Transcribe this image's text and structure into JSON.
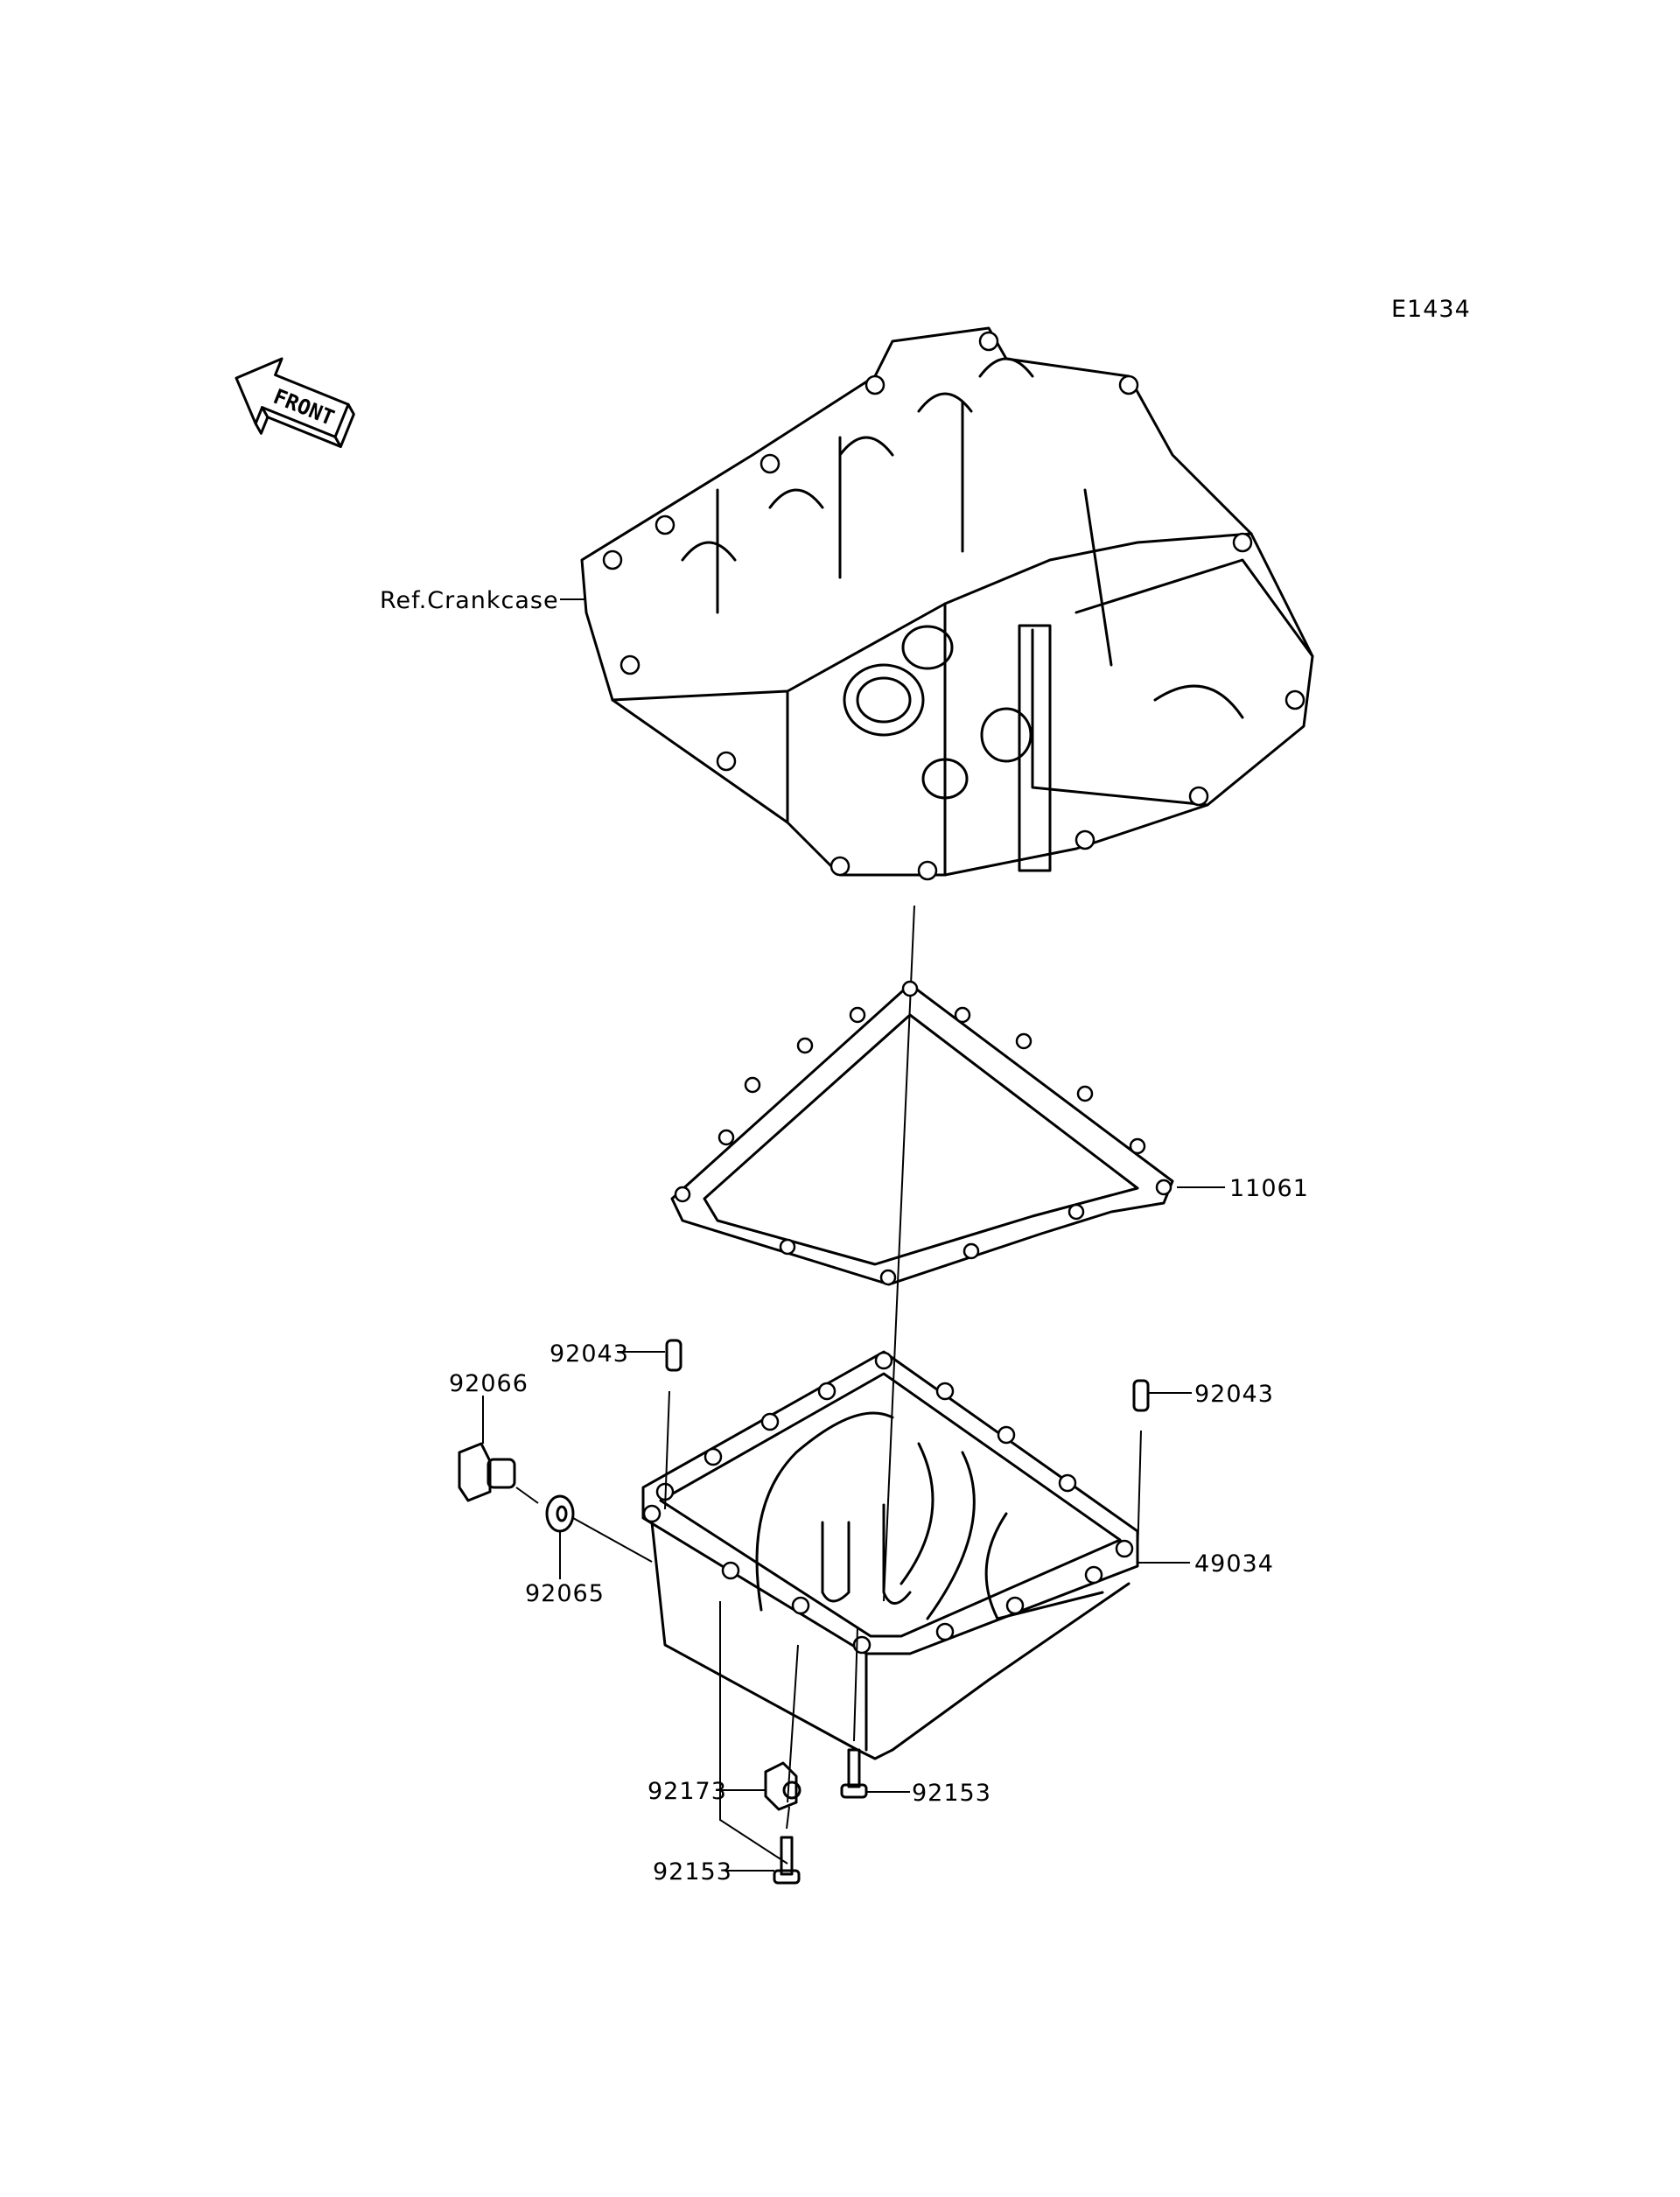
{
  "diagram_id": "E1434",
  "front_arrow": {
    "label": "FRONT"
  },
  "callouts": {
    "ref_crankcase": "Ref.Crankcase",
    "gasket": "11061",
    "dowel_left": "92043",
    "dowel_right": "92043",
    "drain_plug": "92066",
    "washer": "92065",
    "oil_pan": "49034",
    "clamp": "92173",
    "bolt_right": "92153",
    "bolt_bottom": "92153"
  }
}
